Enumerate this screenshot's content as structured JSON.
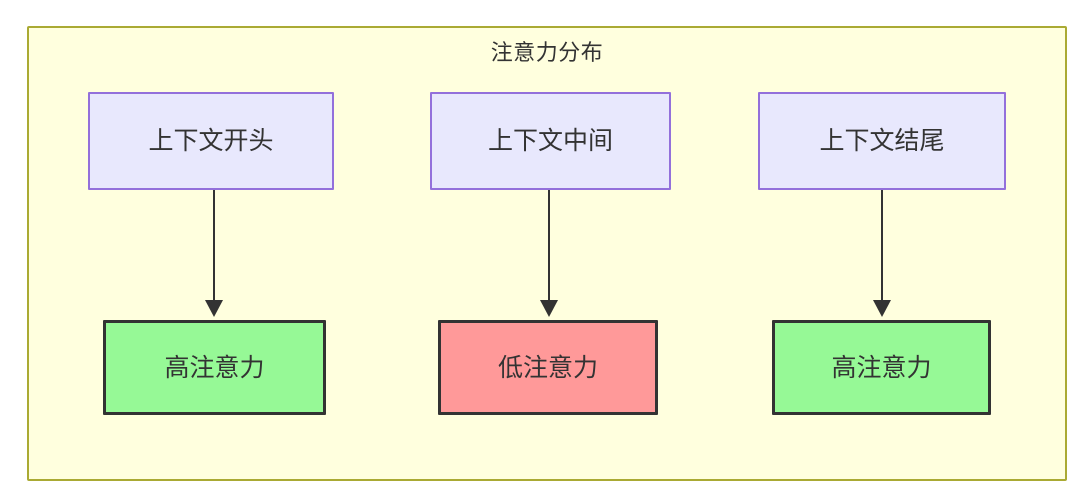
{
  "diagram": {
    "title": "注意力分布",
    "frame": {
      "border_color": "#aaaa33",
      "fill_color": "#ffffde"
    },
    "palette": {
      "context_fill": "#e8e8fd",
      "context_border": "#9370db",
      "high_attention_fill": "#96f996",
      "low_attention_fill": "#ff9999",
      "node_border_dark": "#333333",
      "text_color": "#333333",
      "edge_color": "#333333"
    },
    "columns": [
      {
        "id": "start",
        "source": {
          "label": "上下文开头"
        },
        "target": {
          "label": "高注意力",
          "level": "high"
        }
      },
      {
        "id": "middle",
        "source": {
          "label": "上下文中间"
        },
        "target": {
          "label": "低注意力",
          "level": "low"
        }
      },
      {
        "id": "end",
        "source": {
          "label": "上下文结尾"
        },
        "target": {
          "label": "高注意力",
          "level": "high"
        }
      }
    ],
    "edges": [
      {
        "from": "上下文开头",
        "to": "高注意力",
        "label": ""
      },
      {
        "from": "上下文中间",
        "to": "低注意力",
        "label": ""
      },
      {
        "from": "上下文结尾",
        "to": "高注意力",
        "label": ""
      }
    ]
  }
}
